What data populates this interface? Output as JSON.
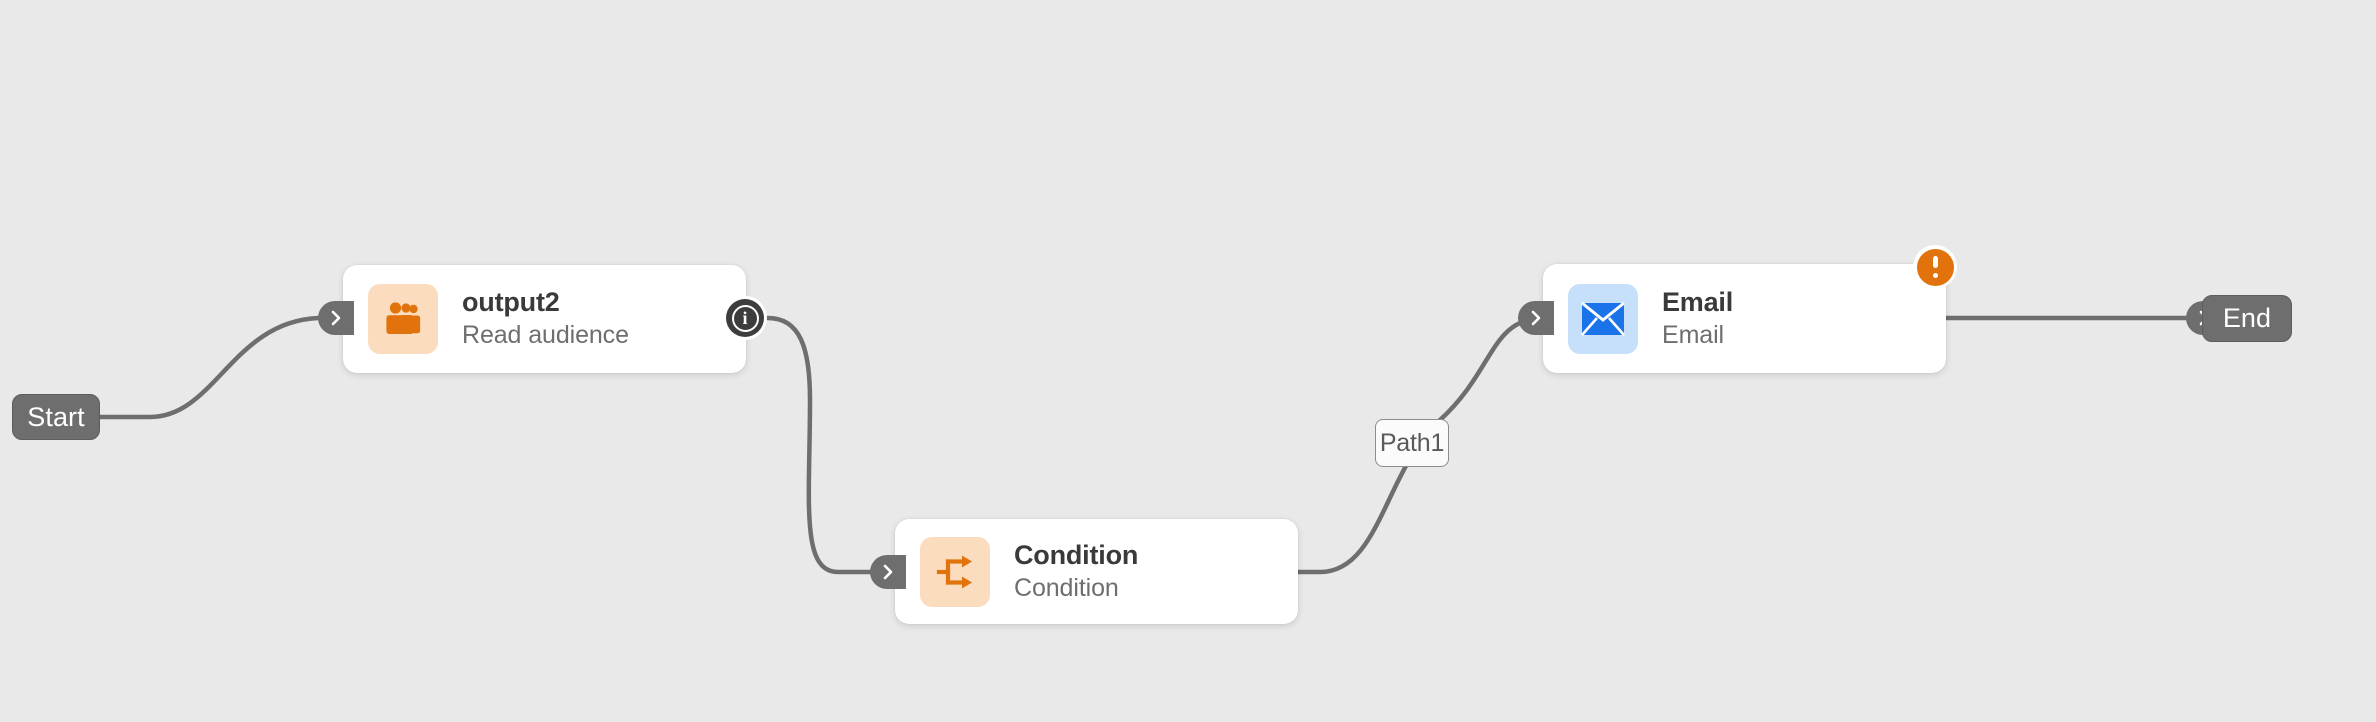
{
  "canvas": {
    "background": "#e9e9e9",
    "edge_color": "#6e6e6e"
  },
  "terminals": [
    {
      "id": "start",
      "label": "Start",
      "color": "#6e6e6e"
    },
    {
      "id": "end",
      "label": "End",
      "color": "#6e6e6e"
    }
  ],
  "nodes": [
    {
      "id": "output2",
      "title": "output2",
      "subtitle": "Read audience",
      "icon": "audience-icon",
      "icon_color": "#e2720c",
      "icon_bg": "#fcdcbe",
      "badge": "info"
    },
    {
      "id": "condition",
      "title": "Condition",
      "subtitle": "Condition",
      "icon": "branch-icon",
      "icon_color": "#e2720c",
      "icon_bg": "#fcdcbe",
      "badge": "none"
    },
    {
      "id": "email",
      "title": "Email",
      "subtitle": "Email",
      "icon": "envelope-icon",
      "icon_color": "#1a73e8",
      "icon_bg": "#c6e0fb",
      "badge": "warning"
    }
  ],
  "edge_labels": [
    {
      "id": "path1",
      "label": "Path1"
    }
  ],
  "badges": {
    "info_glyph": "i",
    "warning_glyph": "!",
    "warning_color": "#e2720c",
    "info_color": "#3d3d3d"
  },
  "ports": {
    "chevron_glyph": "›"
  }
}
